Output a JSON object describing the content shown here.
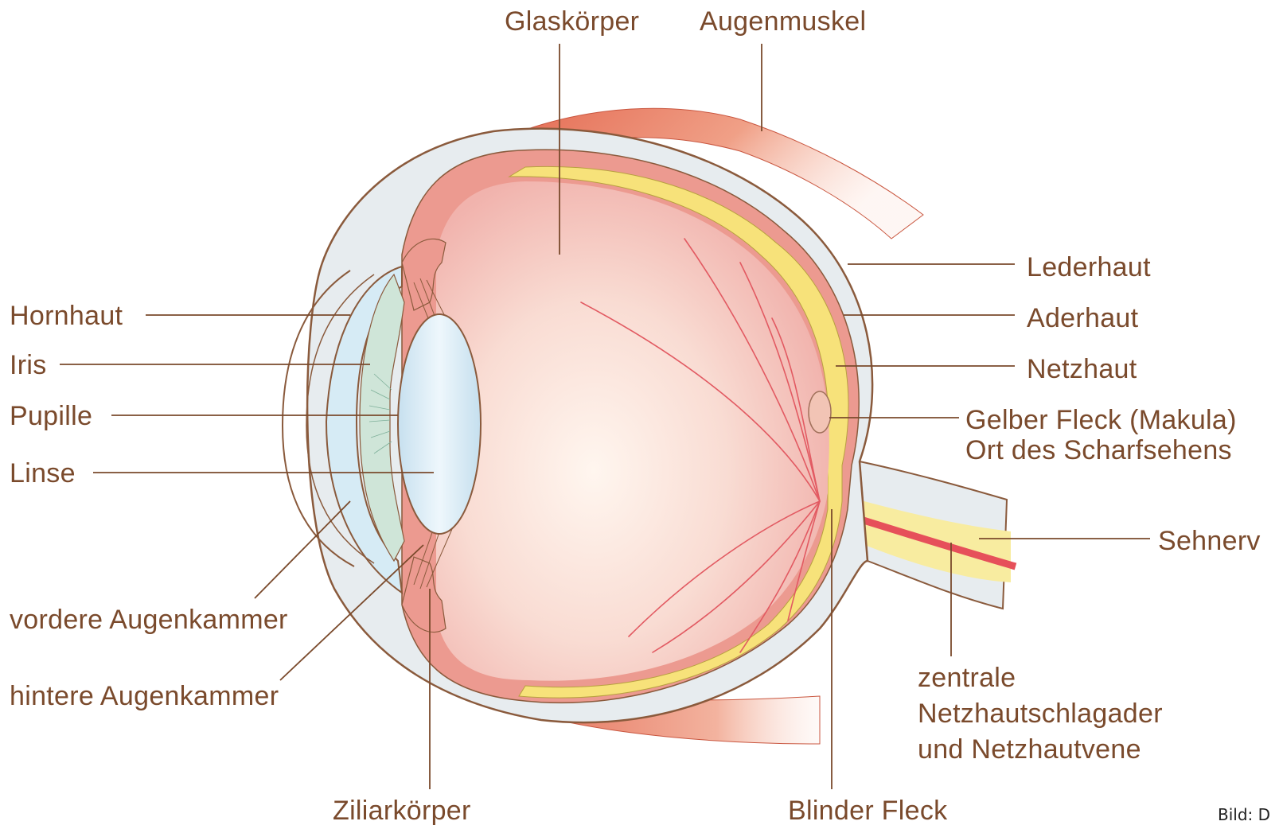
{
  "diagram": {
    "labels": {
      "glaskoerper": "Glaskörper",
      "augenmuskel": "Augenmuskel",
      "lederhaut": "Lederhaut",
      "aderhaut": "Aderhaut",
      "netzhaut": "Netzhaut",
      "gelber_fleck_line1": "Gelber Fleck (Makula)",
      "gelber_fleck_line2": "Ort des Scharfsehens",
      "sehnerv": "Sehnerv",
      "zentrale_line1": "zentrale",
      "zentrale_line2": "Netzhautschlagader",
      "zentrale_line3": "und Netzhautvene",
      "blinder_fleck": "Blinder Fleck",
      "ziliarkoerper": "Ziliarkörper",
      "hornhaut": "Hornhaut",
      "iris": "Iris",
      "pupille": "Pupille",
      "linse": "Linse",
      "vordere_augenkammer": "vordere Augenkammer",
      "hintere_augenkammer": "hintere Augenkammer"
    },
    "credit": "Bild: D"
  },
  "colors": {
    "label_text": "#7a4a2c",
    "leader_line": "#7a4a2c",
    "sclera": "#e7ecef",
    "outline": "#8a5a3c",
    "choroid": "#ec9a90",
    "retina": "#f7e27a",
    "vitreous": "#f6c9c2",
    "vitreous_center": "#fdf1ea",
    "iris": "#cfe5d8",
    "lens": "#d9ecf6",
    "cornea": "#d6ebf5",
    "muscle": "#e8735a",
    "vessel": "#e6505a",
    "optic_nerve": "#f8eca0"
  }
}
